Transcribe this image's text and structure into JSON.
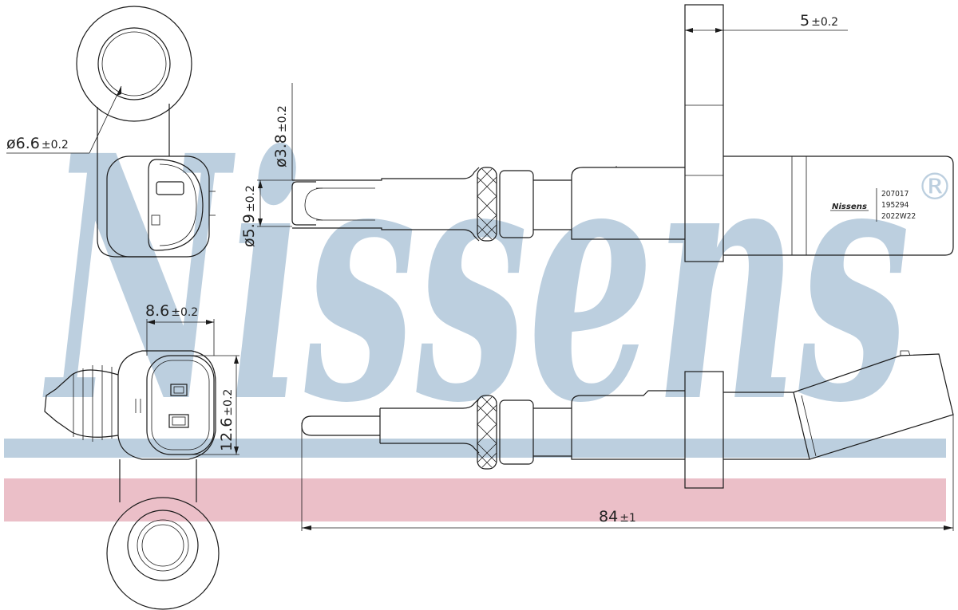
{
  "brand": {
    "watermark_text": "Nissens",
    "registered_mark": "®",
    "logo_color": "#bccfdf",
    "band_blue": "#bccfdf",
    "band_pink": "#ebbfc8"
  },
  "dimensions": {
    "ring_hole_dia": {
      "symbol": "ø",
      "value": "6.6",
      "tol": "±0.2"
    },
    "tab_thickness": {
      "value": "5",
      "tol": "±0.2"
    },
    "tip_dia": {
      "symbol": "ø",
      "value": "3.8",
      "tol": "±0.2"
    },
    "shaft_dia": {
      "symbol": "ø",
      "value": "5.9",
      "tol": "±0.2"
    },
    "connector_width": {
      "value": "8.6",
      "tol": "±0.2"
    },
    "connector_height": {
      "value": "12.6",
      "tol": "±0.2"
    },
    "overall_length": {
      "value": "84",
      "tol": "±1"
    }
  },
  "part_label": {
    "logo": "Nissens",
    "lines": [
      "207017",
      "195294",
      "2022W22"
    ]
  }
}
